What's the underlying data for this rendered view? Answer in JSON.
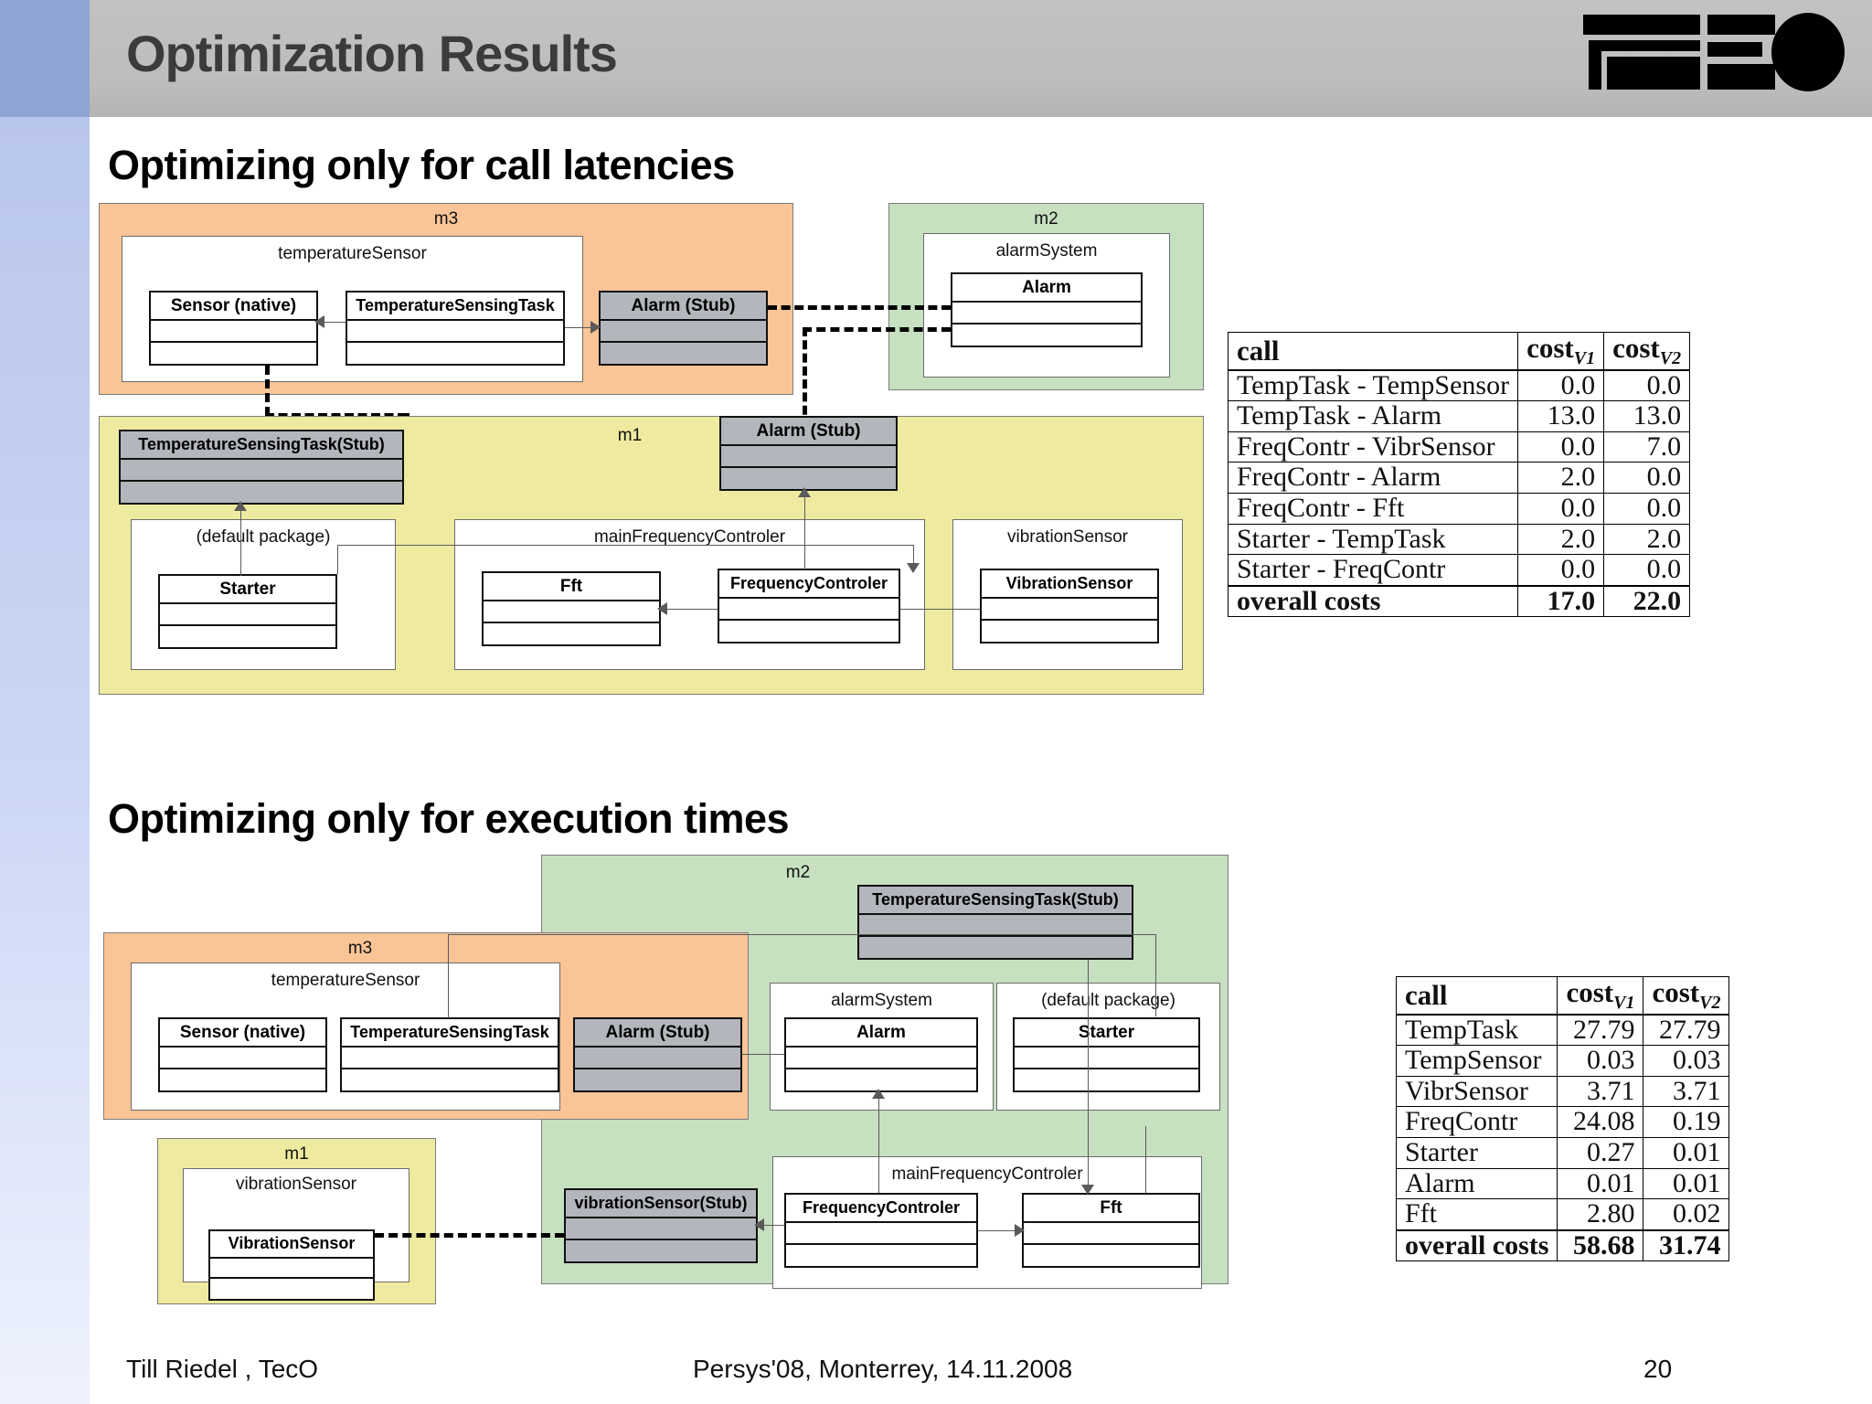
{
  "header": {
    "title": "Optimization Results",
    "logo_alt": "TECO logo"
  },
  "sections": [
    {
      "id": "call-latencies",
      "title": "Optimizing only for call latencies"
    },
    {
      "id": "execution-times",
      "title": "Optimizing only for execution times"
    }
  ],
  "colors": {
    "orange": "#f9c496",
    "green": "#c6e0c0",
    "yellow": "#eeeba0",
    "stub_gray": "#b3b6bc",
    "header_gray": "#bdbdbd",
    "band_blue": "#8ea4d2"
  },
  "diagram1": {
    "nodes": {
      "m3": "m3",
      "m2": "m2",
      "m1": "m1",
      "temperatureSensor": "temperatureSensor",
      "alarmSystem": "alarmSystem",
      "default_package": "(default package)",
      "mainFrequencyControler": "mainFrequencyControler",
      "vibrationSensor": "vibrationSensor"
    },
    "classes": {
      "sensor_native": "Sensor (native)",
      "temperature_sensing_task": "TemperatureSensingTask",
      "alarm_stub_m3": "Alarm (Stub)",
      "alarm_m2": "Alarm",
      "temp_task_stub_m1": "TemperatureSensingTask(Stub)",
      "alarm_stub_m1": "Alarm (Stub)",
      "starter": "Starter",
      "fft": "Fft",
      "frequency_controler": "FrequencyControler",
      "vibration_sensor": "VibrationSensor"
    }
  },
  "diagram2": {
    "nodes": {
      "m2": "m2",
      "m3": "m3",
      "m1": "m1",
      "temperatureSensor": "temperatureSensor",
      "alarmSystem": "alarmSystem",
      "default_package": "(default package)",
      "mainFrequencyControler": "mainFrequencyControler",
      "vibrationSensor": "vibrationSensor"
    },
    "classes": {
      "temp_task_stub_m2": "TemperatureSensingTask(Stub)",
      "sensor_native": "Sensor (native)",
      "temperature_sensing_task": "TemperatureSensingTask",
      "alarm_stub_m3": "Alarm (Stub)",
      "alarm_m2": "Alarm",
      "starter": "Starter",
      "vibration_sensor": "VibrationSensor",
      "vibration_sensor_stub": "vibrationSensor(Stub)",
      "frequency_controler": "FrequencyControler",
      "fft": "Fft"
    }
  },
  "table_latency": {
    "columns": [
      "call",
      "cost",
      "cost"
    ],
    "col_subscripts": [
      "",
      "V1",
      "V2"
    ],
    "rows": [
      {
        "call": "TempTask - TempSensor",
        "v1": "0.0",
        "v2": "0.0"
      },
      {
        "call": "TempTask - Alarm",
        "v1": "13.0",
        "v2": "13.0"
      },
      {
        "call": "FreqContr - VibrSensor",
        "v1": "0.0",
        "v2": "7.0"
      },
      {
        "call": "FreqContr - Alarm",
        "v1": "2.0",
        "v2": "0.0"
      },
      {
        "call": "FreqContr - Fft",
        "v1": "0.0",
        "v2": "0.0"
      },
      {
        "call": "Starter - TempTask",
        "v1": "2.0",
        "v2": "2.0"
      },
      {
        "call": "Starter - FreqContr",
        "v1": "0.0",
        "v2": "0.0"
      }
    ],
    "total": {
      "call": "overall costs",
      "v1": "17.0",
      "v2": "22.0"
    }
  },
  "table_execution": {
    "columns": [
      "call",
      "cost",
      "cost"
    ],
    "col_subscripts": [
      "",
      "V1",
      "V2"
    ],
    "rows": [
      {
        "call": "TempTask",
        "v1": "27.79",
        "v2": "27.79"
      },
      {
        "call": "TempSensor",
        "v1": "0.03",
        "v2": "0.03"
      },
      {
        "call": "VibrSensor",
        "v1": "3.71",
        "v2": "3.71"
      },
      {
        "call": "FreqContr",
        "v1": "24.08",
        "v2": "0.19"
      },
      {
        "call": "Starter",
        "v1": "0.27",
        "v2": "0.01"
      },
      {
        "call": "Alarm",
        "v1": "0.01",
        "v2": "0.01"
      },
      {
        "call": "Fft",
        "v1": "2.80",
        "v2": "0.02"
      }
    ],
    "total": {
      "call": "overall costs",
      "v1": "58.68",
      "v2": "31.74"
    }
  },
  "footer": {
    "author": "Till Riedel , TecO",
    "venue": "Persys'08, Monterrey, 14.11.2008",
    "page": "20"
  }
}
